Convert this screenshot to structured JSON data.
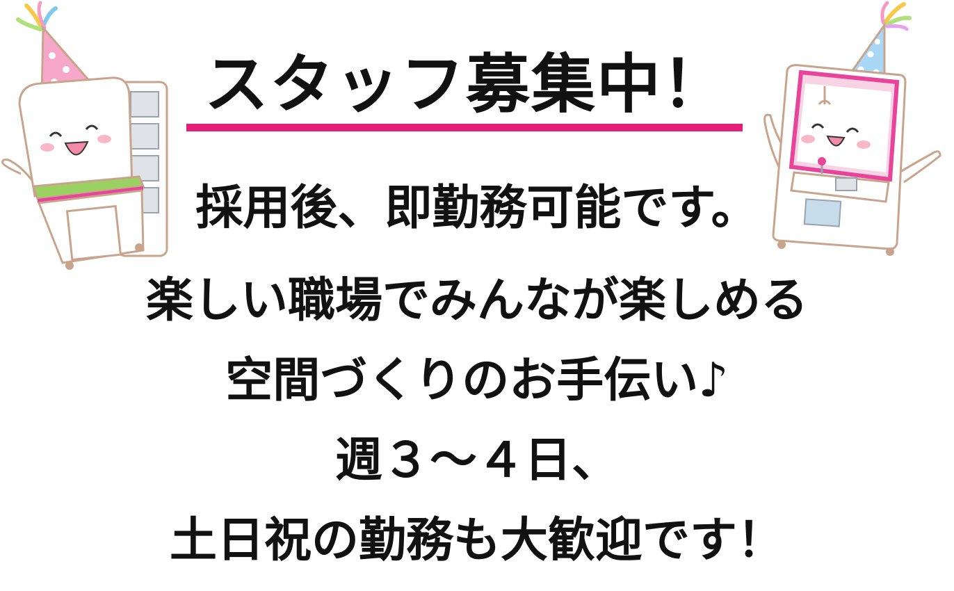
{
  "heading": "スタッフ募集中！",
  "lines": [
    "採用後、即勤務可能です。",
    "楽しい職場でみんなが楽しめる",
    "空間づくりのお手伝い♪",
    "週３～４日、",
    "土日祝の勤務も大歓迎です！"
  ],
  "colors": {
    "accent": "#e51e78",
    "text": "#111111",
    "hat_left": "#f7a8c8",
    "hat_right": "#a8d8f5",
    "mascot_outline": "#c9a48c",
    "green_ledge": "#9bd162",
    "pink_machine": "#e8459a"
  }
}
